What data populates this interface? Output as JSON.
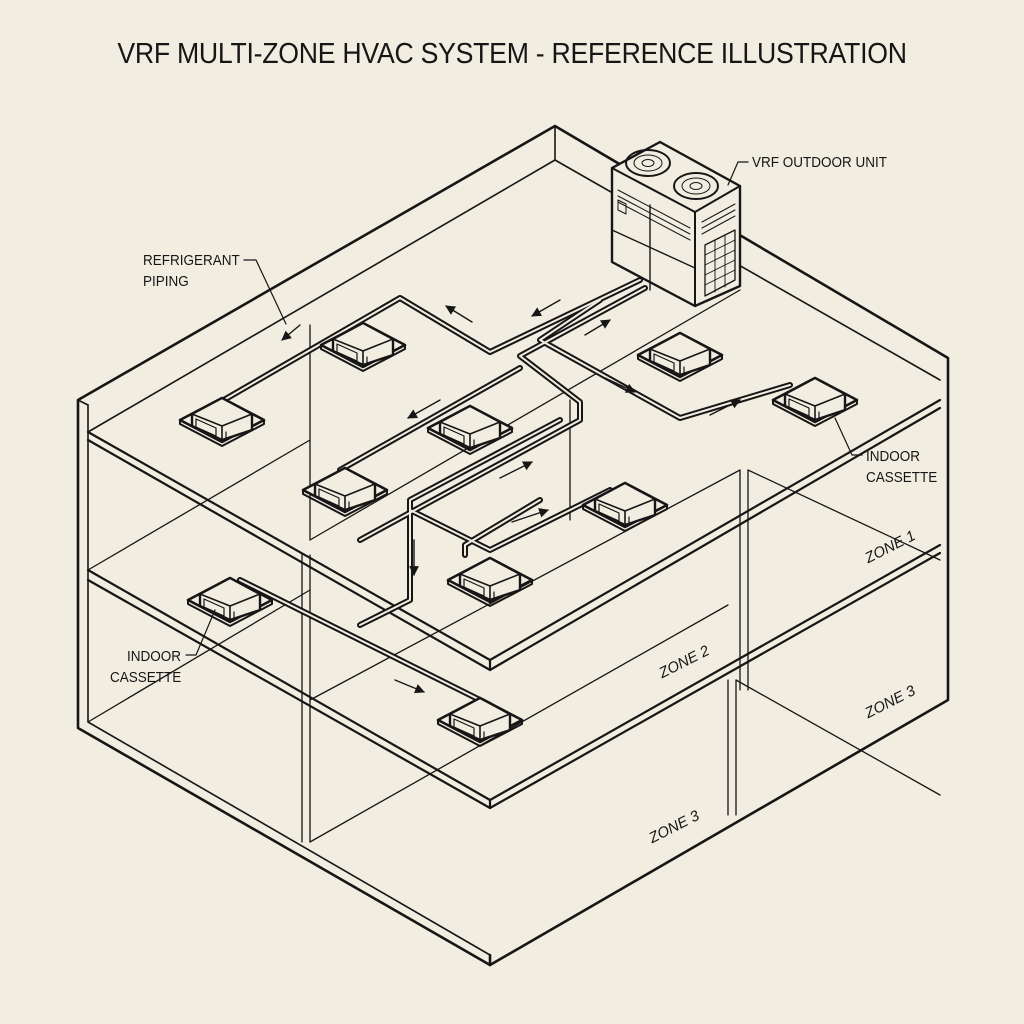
{
  "title": "VRF MULTI-ZONE HVAC SYSTEM - REFERENCE ILLUSTRATION",
  "labels": {
    "outdoor_unit": "VRF OUTDOOR UNIT",
    "piping_line1": "REFRIGERANT",
    "piping_line2": "PIPING",
    "cassette_right_line1": "INDOOR",
    "cassette_right_line2": "CASSETTE",
    "cassette_left_line1": "INDOOR",
    "cassette_left_line2": "CASSETTE"
  },
  "zones": [
    {
      "id": "zone-1",
      "label": "ZONE 1"
    },
    {
      "id": "zone-2",
      "label": "ZONE 2"
    },
    {
      "id": "zone-3-right",
      "label": "ZONE 3"
    },
    {
      "id": "zone-3-bottom",
      "label": "ZONE 3"
    }
  ],
  "colors": {
    "background": "#f1ede0",
    "ink": "#161616"
  }
}
